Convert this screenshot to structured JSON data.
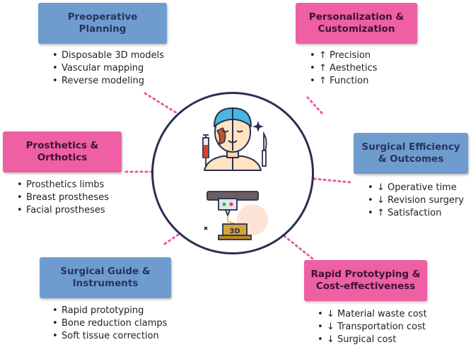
{
  "colors": {
    "blue_box": "#6f9ccf",
    "pink_box": "#ee5fa4",
    "circle_border": "#2a2f4f",
    "connector": "#e85aa6"
  },
  "nodes": {
    "preoperative": {
      "title_line1": "Preoperative",
      "title_line2": "Planning",
      "items": [
        "Disposable 3D models",
        "Vascular mapping",
        "Reverse modeling"
      ]
    },
    "personalization": {
      "title_line1": "Personalization &",
      "title_line2": "Customization",
      "items": [
        "↑ Precision",
        "↑ Aesthetics",
        "↑ Function"
      ]
    },
    "prosthetics": {
      "title_line1": "Prosthetics &",
      "title_line2": "Orthotics",
      "items": [
        "Prosthetics limbs",
        "Breast prostheses",
        "Facial prostheses"
      ]
    },
    "efficiency": {
      "title_line1": "Surgical Efficiency",
      "title_line2": "& Outcomes",
      "items": [
        "↓ Operative time",
        "↓ Revision surgery",
        "↑ Satisfaction"
      ]
    },
    "guide": {
      "title_line1": "Surgical Guide &",
      "title_line2": "Instruments",
      "items": [
        "Rapid prototyping",
        "Bone reduction clamps",
        "Soft tissue correction"
      ]
    },
    "prototyping": {
      "title_line1": "Rapid Prototyping &",
      "title_line2": "Cost-effectiveness",
      "items": [
        "↓ Material waste cost",
        "↓ Transportation cost",
        "↓ Surgical cost"
      ]
    }
  },
  "center": {
    "printer_label": "3D",
    "icons": [
      "patient-face-icon",
      "syringe-icon",
      "scalpel-icon",
      "3d-printer-icon"
    ]
  }
}
